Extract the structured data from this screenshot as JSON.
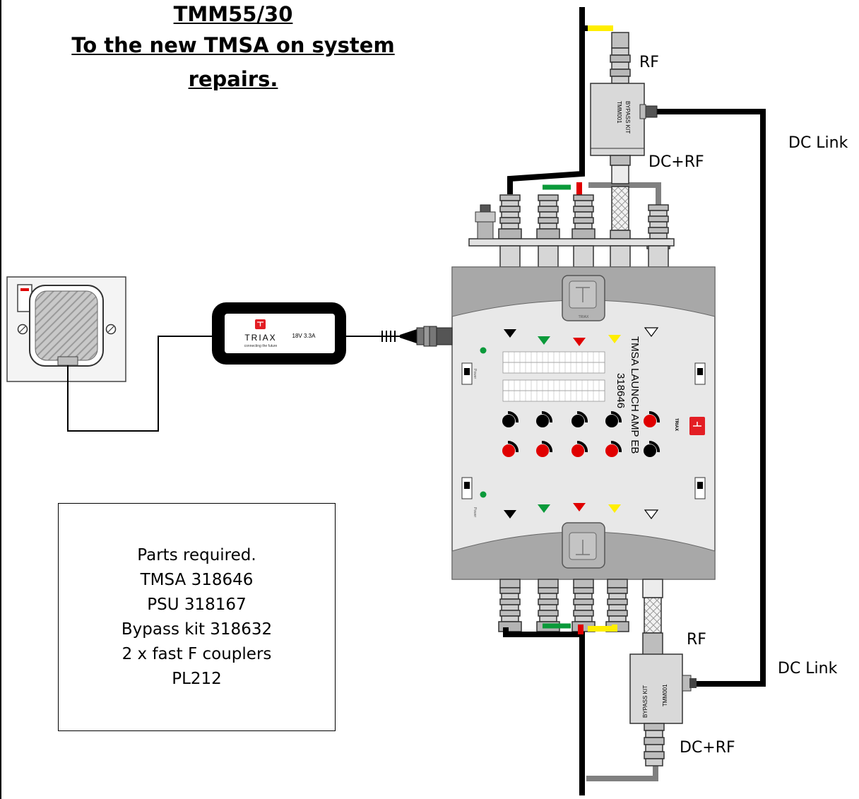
{
  "title": {
    "line1": "TMM55/30",
    "line2": "To the new TMSA on system",
    "line3": "repairs."
  },
  "labels": {
    "rf_top": "RF",
    "dc_link_top": "DC Link",
    "dcrf_top": "DC+RF",
    "rf_bottom": "RF",
    "dc_link_bottom": "DC Link",
    "dcrf_bottom": "DC+RF"
  },
  "bypass_kit": {
    "line1": "BYPASS KIT",
    "line2": "TMM001"
  },
  "psu": {
    "brand": "TRIAX",
    "tagline": "connecting the future",
    "rating": "18V 3.3A"
  },
  "amplifier": {
    "title": "TMSA LAUNCH AMP  EB",
    "code": "318646",
    "brand": "TRIAX",
    "logo_top": "TRIAX",
    "power_label": "Power"
  },
  "parts": {
    "heading": "Parts required.",
    "items": [
      "TMSA 318646",
      "PSU 318167",
      "Bypass kit 318632",
      "2 x fast F couplers",
      "PL212"
    ]
  },
  "colors": {
    "cable_black": "#000000",
    "cable_yellow": "#ffee00",
    "cable_green": "#0a9a3a",
    "cable_red": "#e00000",
    "cable_grey": "#808080",
    "amp_body": "#e8e8e8",
    "amp_cap": "#a8a8a8",
    "triax_red": "#e31e24"
  }
}
